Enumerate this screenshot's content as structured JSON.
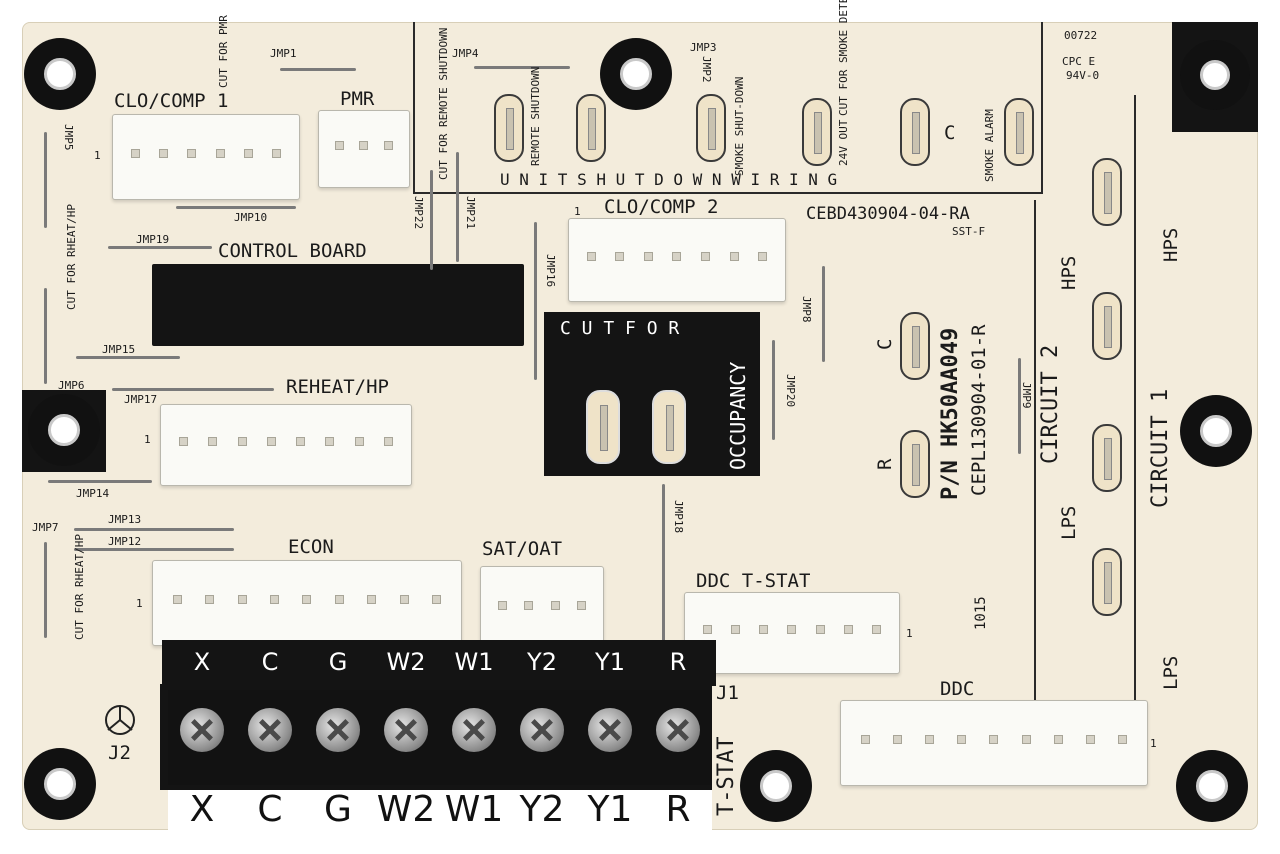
{
  "labels": {
    "clo_comp1": "CLO/COMP 1",
    "pmr": "PMR",
    "jmp1": "JMP1",
    "cut_for_pmr": "CUT FOR PMR",
    "jmp4": "JMP4",
    "jmp3": "JMP3",
    "cut_for_remote_shutdown": "CUT FOR REMOTE SHUTDOWN",
    "remote_shutdown": "REMOTE SHUTDOWN",
    "smoke_shutdown": "SMOKE SHUT-DOWN",
    "out_24v": "24V OUT",
    "cut_for_smoke_detector": "CUT FOR SMOKE DETECTOR",
    "c_label": "C",
    "smoke_alarm": "SMOKE ALARM",
    "wiring_bottom": "U N I T   S H U T D O W N   W I R I N G",
    "cpc": "CPC E",
    "rating": "94V-0",
    "date_code": "00722",
    "clo_comp2": "CLO/COMP 2",
    "part_code": "CEBD430904-04-RA",
    "sst": "SST-F",
    "pn": "P/N HK50AA049",
    "cepl": "CEPL130904-01-R",
    "control_board": "CONTROL BOARD",
    "reheat_hp": "REHEAT/HP",
    "cut_for_rheat_hp": "CUT FOR RHEAT/HP",
    "occupancy": "OCCUPANCY",
    "cut_for": "C U T  F O R",
    "econ": "ECON",
    "sat_oat": "SAT/OAT",
    "ddc_tstat": "DDC  T-STAT",
    "ddc": "DDC",
    "code_1015": "1015",
    "circuit1": "CIRCUIT 1",
    "circuit2": "CIRCUIT 2",
    "hps": "HPS",
    "lps": "LPS",
    "c_fuse": "C",
    "r_fuse": "R",
    "j1": "J1",
    "j2": "J2",
    "t_stat": "T-STAT",
    "one": "1",
    "jumpers": [
      "JMP2",
      "JMP5",
      "JMP6",
      "JMP7",
      "JMP8",
      "JMP9",
      "JMP10",
      "JMP12",
      "JMP13",
      "JMP14",
      "JMP15",
      "JMP16",
      "JMP17",
      "JMP18",
      "JMP19",
      "JMP20",
      "JMP21",
      "JMP22"
    ]
  },
  "terminals_top": [
    "X",
    "C",
    "G",
    "W2",
    "W1",
    "Y2",
    "Y1",
    "R"
  ],
  "terminals_bottom": [
    "X",
    "C",
    "G",
    "W2",
    "W1",
    "Y2",
    "Y1",
    "R"
  ],
  "colors": {
    "board": "#f3ecdc",
    "silkscreen": "#1b1b1b",
    "terminal_block": "#121212"
  }
}
